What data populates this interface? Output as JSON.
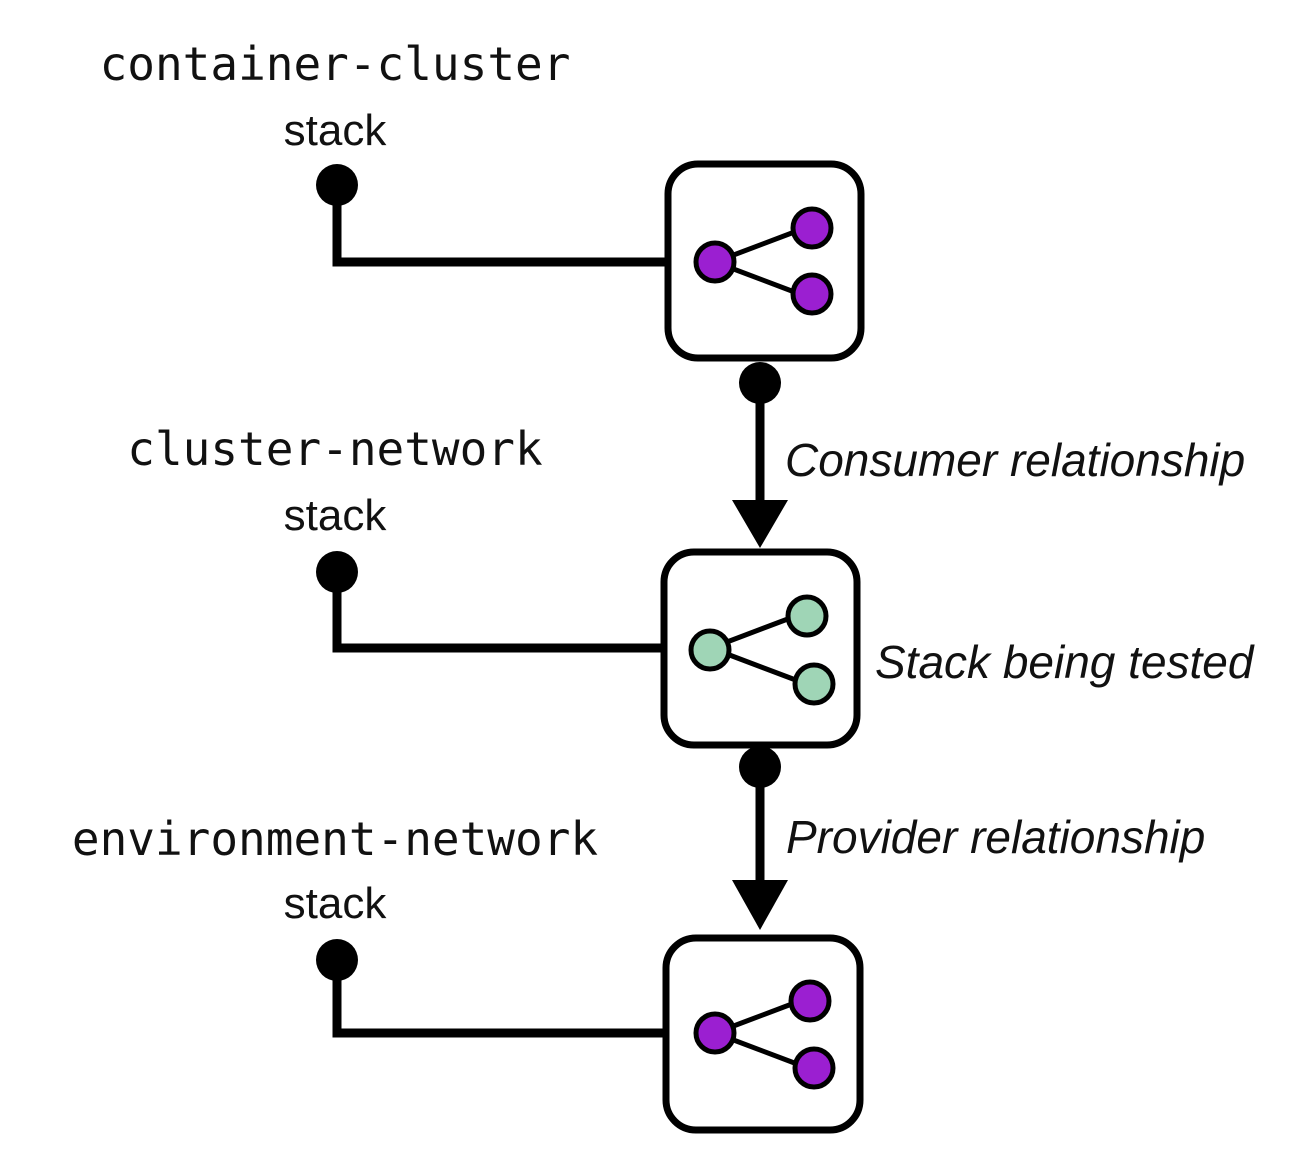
{
  "colors": {
    "purple": "#9b1fd1",
    "green": "#9fd5b6",
    "line": "#000000"
  },
  "stacks": [
    {
      "name": "container-cluster",
      "label": "stack",
      "icon": "share-icon",
      "color": "#9b1fd1"
    },
    {
      "name": "cluster-network",
      "label": "stack",
      "icon": "share-icon",
      "color": "#9fd5b6"
    },
    {
      "name": "environment-network",
      "label": "stack",
      "icon": "share-icon",
      "color": "#9b1fd1"
    }
  ],
  "relationships": {
    "consumer": "Consumer relationship",
    "tested": "Stack being tested",
    "provider": "Provider relationship"
  }
}
